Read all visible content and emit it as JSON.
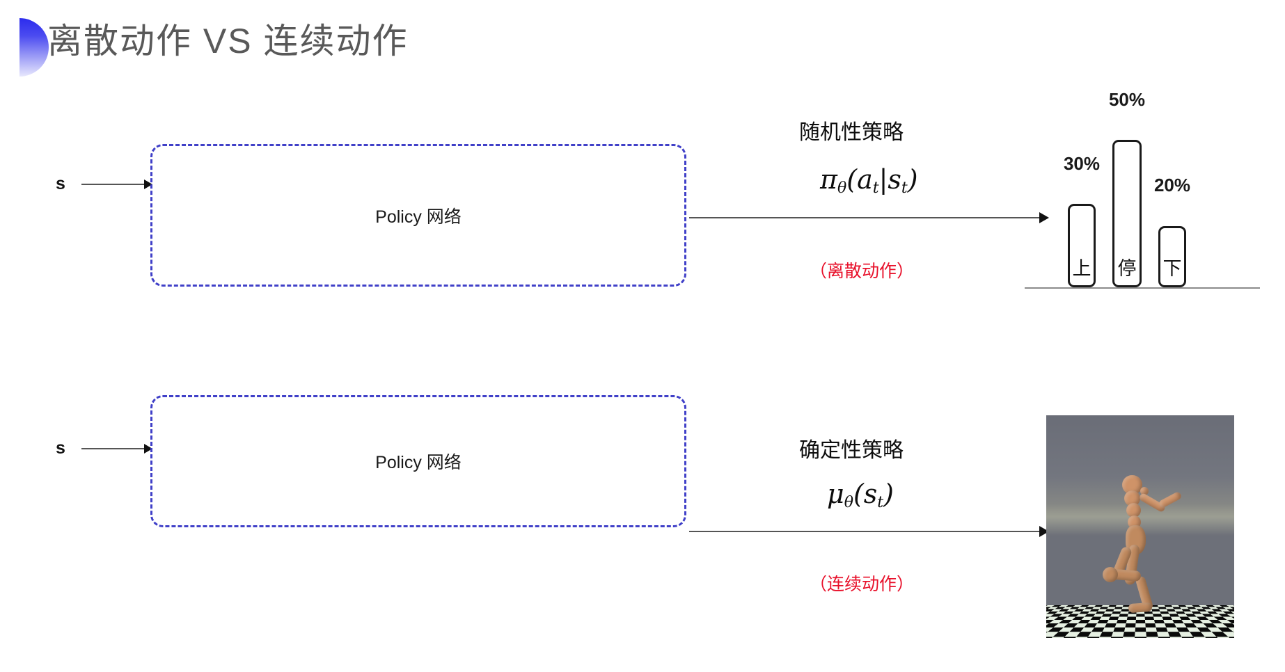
{
  "slide": {
    "title": "离散动作 VS 连续动作",
    "accent_color": "#2c2ced",
    "title_color": "#595959",
    "background": "#ffffff",
    "note_color": "#e8102a",
    "box_border_color": "#4040c8"
  },
  "rows": [
    {
      "id": "discrete",
      "input_label": "s",
      "box_label": "Policy 网络",
      "policy_name": "随机性策略",
      "policy_formula": "π",
      "policy_formula_sub": "θ",
      "policy_formula_args": "(a",
      "policy_formula_args_sub": "t",
      "policy_formula_mid": "|s",
      "policy_formula_sub2": "t",
      "policy_formula_end": ")",
      "note": "（离散动作）",
      "output_type": "bar-chart"
    },
    {
      "id": "continuous",
      "input_label": "s",
      "box_label": "Policy 网络",
      "policy_name": "确定性策略",
      "policy_formula": "μ",
      "policy_formula_sub": "θ",
      "policy_formula_args": "(s",
      "policy_formula_args_sub": "t",
      "policy_formula_end": ")",
      "note": "（连续动作）",
      "output_type": "humanoid-sim"
    }
  ],
  "chart_data": {
    "type": "bar",
    "title": "",
    "categories": [
      "上",
      "停",
      "下"
    ],
    "values": [
      30,
      50,
      20
    ],
    "value_labels": [
      "30%",
      "50%",
      "20%"
    ],
    "ylabel": "",
    "xlabel": "",
    "ylim": [
      0,
      55
    ],
    "grid": false,
    "legend": "none"
  },
  "sim": {
    "caption": "",
    "sky_color": "#6d7079",
    "floor_light": "#e6f0e2",
    "floor_dark": "#0a0a0a",
    "body_color": "#cf9368"
  }
}
